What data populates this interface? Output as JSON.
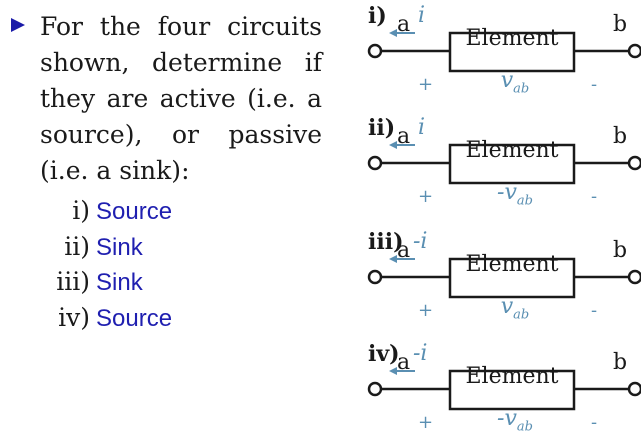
{
  "prompt": "For the four circuits shown, determine if they are active (i.e. a source), or passive (i.e. a sink):",
  "answers": [
    {
      "num": "i)",
      "value": "Source"
    },
    {
      "num": "ii)",
      "value": "Sink"
    },
    {
      "num": "iii)",
      "value": "Sink"
    },
    {
      "num": "iv)",
      "value": "Source"
    }
  ],
  "circuits": [
    {
      "label": "i)",
      "node_a": "a",
      "node_b": "b",
      "current": "i",
      "element": "Element",
      "voltage": "v",
      "voltage_sub": "ab",
      "plus": "+",
      "minus": "-"
    },
    {
      "label": "ii)",
      "node_a": "a",
      "node_b": "b",
      "current": "i",
      "element": "Element",
      "voltage": "-v",
      "voltage_sub": "ab",
      "plus": "+",
      "minus": "-"
    },
    {
      "label": "iii)",
      "node_a": "a",
      "node_b": "b",
      "current": "-i",
      "element": "Element",
      "voltage": "v",
      "voltage_sub": "ab",
      "plus": "+",
      "minus": "-"
    },
    {
      "label": "iv)",
      "node_a": "a",
      "node_b": "b",
      "current": "-i",
      "element": "Element",
      "voltage": "-v",
      "voltage_sub": "ab",
      "plus": "+",
      "minus": "-"
    }
  ],
  "colors": {
    "answer": "#1f1fb0",
    "annotation": "#5a8fb2",
    "bullet": "#1a1aa8",
    "text": "#1a1a1a"
  }
}
